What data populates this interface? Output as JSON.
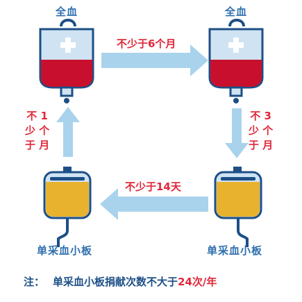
{
  "top_left_label": "全血",
  "top_right_label": "全血",
  "bottom_left_label": "单采血小板",
  "bottom_right_label": "单采血小板",
  "arrow_top_label": "不少于6个月",
  "arrow_right_label": "不 3\n少 个\n于 月",
  "arrow_bottom_label": "不少于14天",
  "arrow_left_label": "不 1\n少 个\n于 月",
  "note": {
    "prefix": "注：",
    "text": "单采血小板捐献次数不大于",
    "highlight": "24次/年"
  },
  "colors": {
    "blood": "#c8102e",
    "platelet": "#e9b22e",
    "bag_blue": "#cfe3f3",
    "outline": "#1d4f86",
    "arrow": "#a9d3ec",
    "accent_red": "#e0283a"
  }
}
